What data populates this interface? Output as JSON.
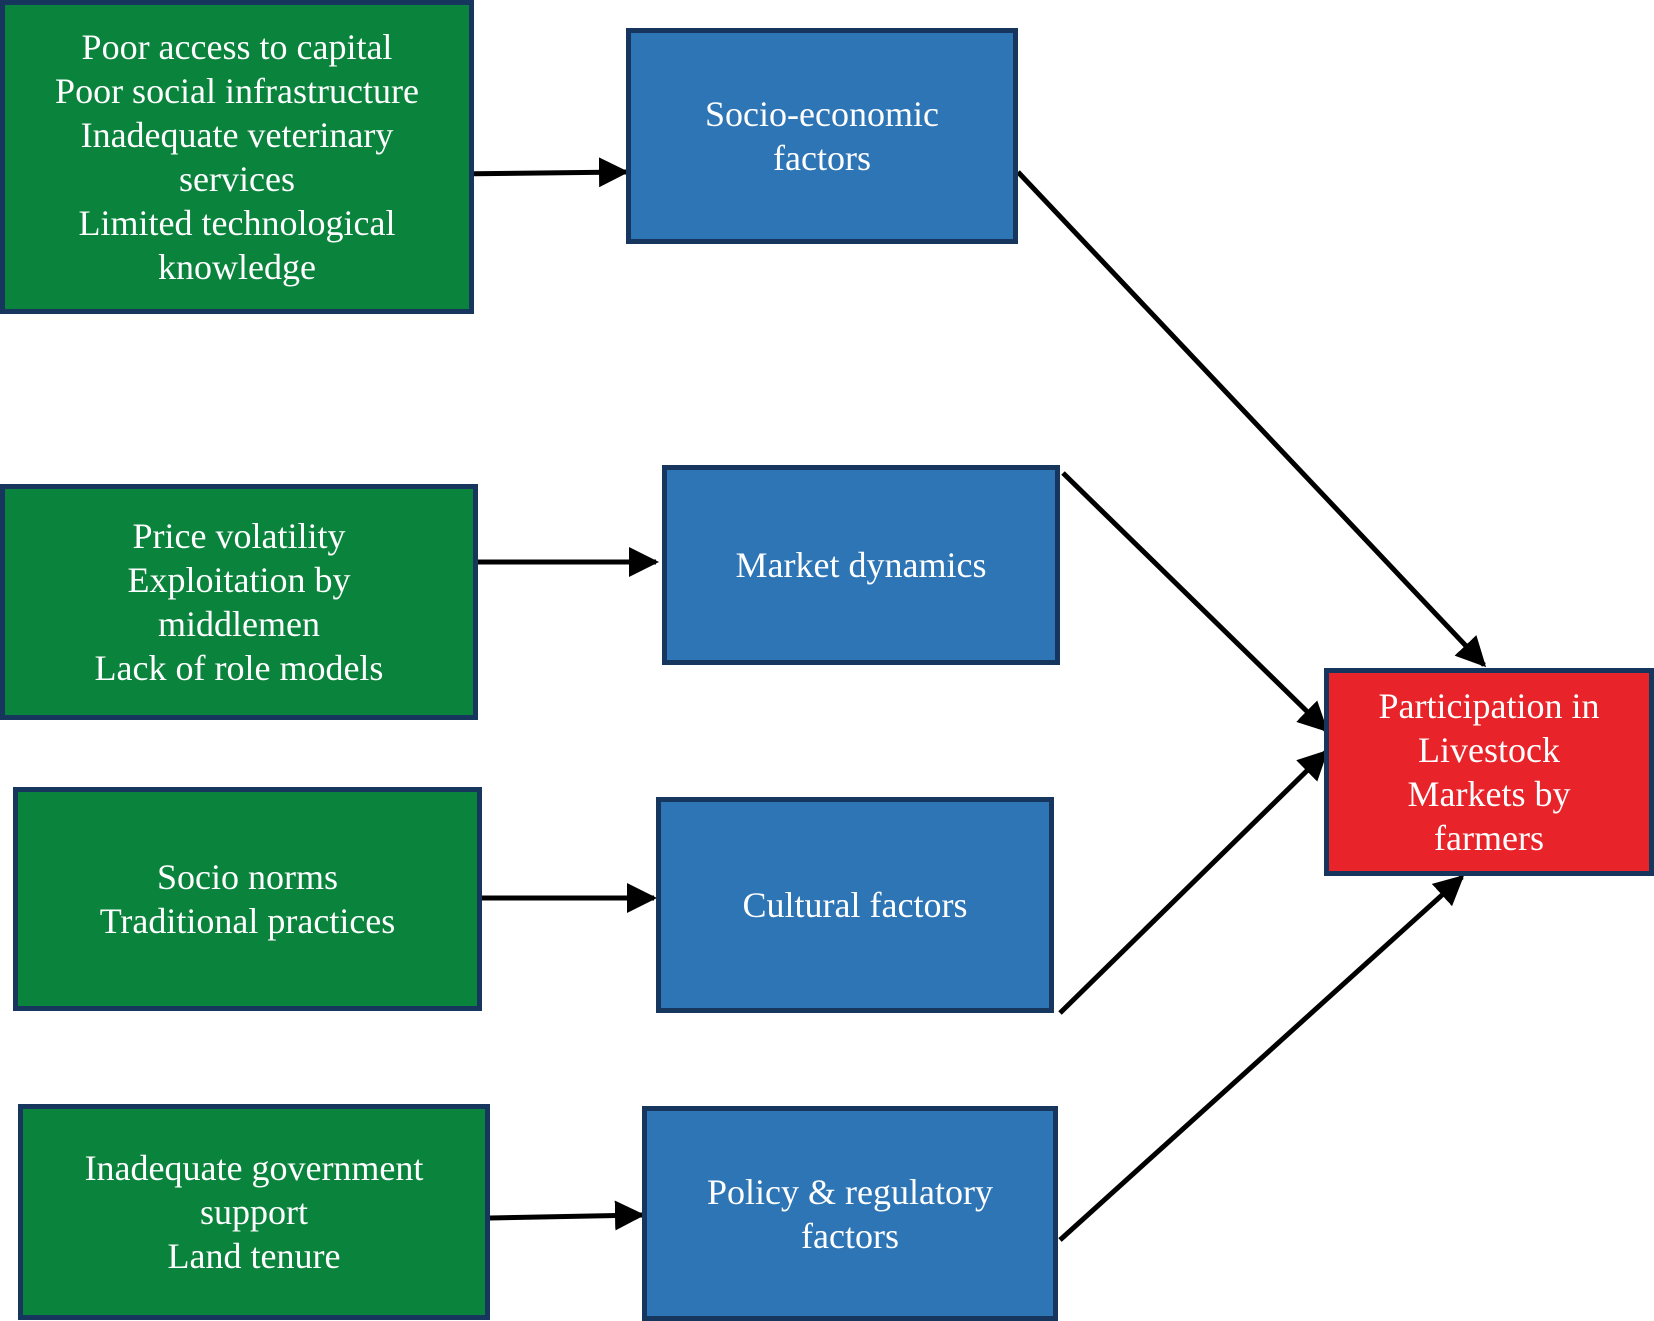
{
  "causes": [
    {
      "lines": [
        "Poor access to capital",
        "Poor social infrastructure",
        "Inadequate veterinary",
        "services",
        "Limited technological",
        "knowledge"
      ]
    },
    {
      "lines": [
        "Price volatility",
        "Exploitation by",
        "middlemen",
        "Lack of role models"
      ]
    },
    {
      "lines": [
        "Socio norms",
        "Traditional practices"
      ]
    },
    {
      "lines": [
        "Inadequate government",
        "support",
        "Land tenure"
      ]
    }
  ],
  "factors": [
    {
      "lines": [
        "Socio-economic",
        "factors"
      ]
    },
    {
      "lines": [
        "Market dynamics"
      ]
    },
    {
      "lines": [
        "Cultural factors"
      ]
    },
    {
      "lines": [
        "Policy & regulatory",
        "factors"
      ]
    }
  ],
  "outcome": {
    "lines": [
      "Participation in",
      "Livestock",
      "Markets by",
      "farmers"
    ]
  },
  "colors": {
    "cause": "#0a843d",
    "factor": "#2e75b6",
    "outcome": "#e8232a",
    "border": "#17365d",
    "arrow": "#000000"
  }
}
